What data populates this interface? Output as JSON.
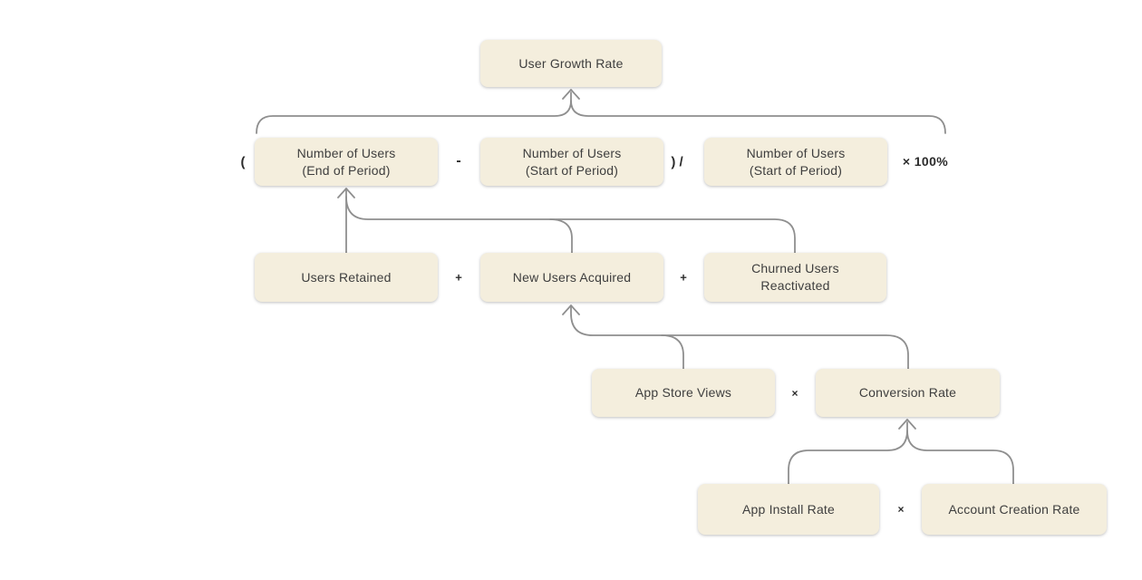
{
  "colors": {
    "background": "#ffffff",
    "box_fill": "#f4eedd",
    "box_text": "#3e3e3e",
    "operator_text": "#2b2b2b",
    "connector": "#8f8f8f"
  },
  "nodes": [
    {
      "id": "user-growth-rate",
      "label": "User Growth Rate"
    },
    {
      "id": "number-of-users-end-of-period",
      "label": "Number of Users\n(End of Period)"
    },
    {
      "id": "number-of-users-start-of-period",
      "label": "Number of Users\n(Start of Period)"
    },
    {
      "id": "number-of-users-start-of-period-divisor",
      "label": "Number of Users\n(Start of Period)"
    },
    {
      "id": "users-retained",
      "label": "Users Retained"
    },
    {
      "id": "new-users-acquired",
      "label": "New Users Acquired"
    },
    {
      "id": "churned-users-reactivated",
      "label": "Churned Users\nReactivated"
    },
    {
      "id": "app-store-views",
      "label": "App Store Views"
    },
    {
      "id": "conversion-rate",
      "label": "Conversion Rate"
    },
    {
      "id": "app-install-rate",
      "label": "App Install Rate"
    },
    {
      "id": "account-creation-rate",
      "label": "Account Creation Rate"
    }
  ],
  "operators": [
    {
      "symbol": "("
    },
    {
      "symbol": "-"
    },
    {
      "symbol": ") /"
    },
    {
      "symbol": "× 100%"
    },
    {
      "symbol": "+"
    },
    {
      "symbol": "+"
    },
    {
      "symbol": "×"
    },
    {
      "symbol": "×"
    }
  ],
  "edges": [
    {
      "parent": "user-growth-rate",
      "children": [
        "number-of-users-end-of-period",
        "number-of-users-start-of-period",
        "number-of-users-start-of-period-divisor"
      ]
    },
    {
      "parent": "number-of-users-end-of-period",
      "children": [
        "users-retained",
        "new-users-acquired",
        "churned-users-reactivated"
      ]
    },
    {
      "parent": "new-users-acquired",
      "children": [
        "app-store-views",
        "conversion-rate"
      ]
    },
    {
      "parent": "conversion-rate",
      "children": [
        "app-install-rate",
        "account-creation-rate"
      ]
    }
  ]
}
